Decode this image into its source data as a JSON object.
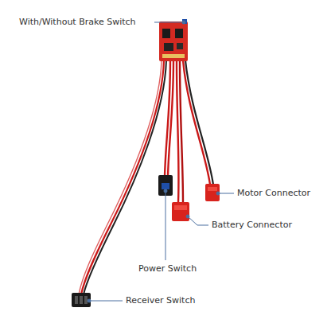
{
  "diagram": {
    "labels": [
      "With/Without Brake Switch",
      "Motor Connector",
      "Battery Connector",
      "Power Switch",
      "Receiver Switch"
    ]
  }
}
